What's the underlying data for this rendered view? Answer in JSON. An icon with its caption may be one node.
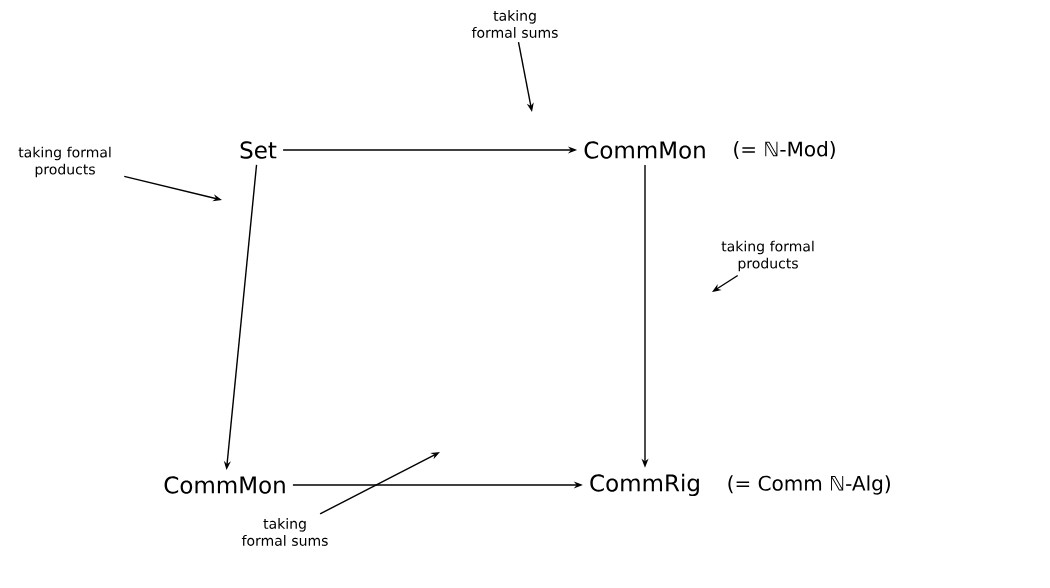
{
  "diagram": {
    "nodes": [
      {
        "text": [
          "Set"
        ]
      },
      {
        "text": [
          "CommMon"
        ],
        "beside": [
          "(= ℕ-Mod)"
        ]
      },
      {
        "text": [
          "CommMon"
        ]
      },
      {
        "text": [
          "CommRig"
        ],
        "beside": [
          "(= Comm ℕ-Alg)"
        ]
      },
      {
        "text": [
          "taking formal sums"
        ]
      },
      {
        "text": [
          "taking formal products"
        ]
      },
      {
        "text": [
          "taking formal products"
        ]
      },
      {
        "text": [
          "taking formal sums"
        ]
      }
    ],
    "edges": [
      {
        "from": 0,
        "to": 1,
        "arrow": "to"
      },
      {
        "from": 0,
        "to": 2,
        "arrow": "to"
      },
      {
        "from": 1,
        "to": 3,
        "arrow": "to"
      },
      {
        "from": 2,
        "to": 3,
        "arrow": "to"
      },
      {
        "from": 4,
        "to": null,
        "arrow": "to"
      },
      {
        "from": 5,
        "to": null,
        "arrow": "to"
      },
      {
        "from": 6,
        "to": null,
        "arrow": "to"
      },
      {
        "from": 7,
        "to": null,
        "arrow": "to"
      }
    ]
  }
}
